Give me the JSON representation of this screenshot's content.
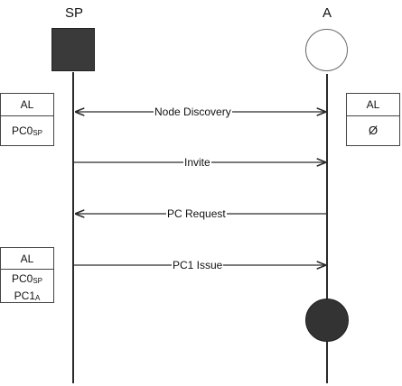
{
  "actors": {
    "sp": {
      "label": "SP"
    },
    "a": {
      "label": "A"
    }
  },
  "messages": [
    {
      "label": "Node Discovery",
      "direction": "both"
    },
    {
      "label": "Invite",
      "direction": "sp-to-a"
    },
    {
      "label": "PC Request",
      "direction": "a-to-sp"
    },
    {
      "label": "PC1 Issue",
      "direction": "sp-to-a"
    }
  ],
  "sp_box1": {
    "title": "AL",
    "row1_main": "PC0",
    "row1_sub": "SP"
  },
  "a_box1": {
    "title": "AL",
    "row1": "Ø"
  },
  "sp_box2": {
    "title": "AL",
    "row1_main": "PC0",
    "row1_sub": "SP",
    "row2_main": "PC1",
    "row2_sub": "A"
  }
}
